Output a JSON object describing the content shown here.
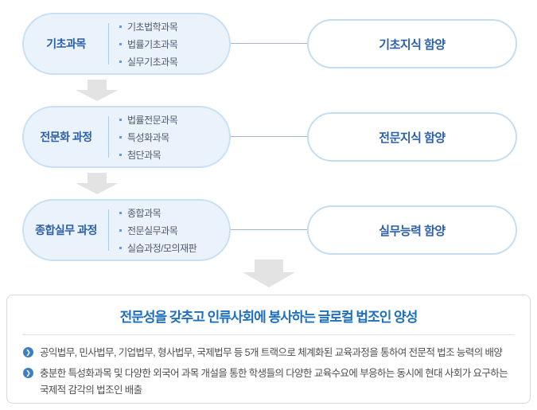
{
  "flow": {
    "rows": [
      {
        "stage": "기초과목",
        "courses": [
          "기초법학과목",
          "법률기초과목",
          "실무기초과목"
        ],
        "outcome": "기초지식 함양"
      },
      {
        "stage": "전문화 과정",
        "courses": [
          "법률전문과목",
          "특성화과목",
          "첨단과목"
        ],
        "outcome": "전문지식 함양"
      },
      {
        "stage": "종합실무 과정",
        "courses": [
          "종합과목",
          "전문실무과목",
          "실습과정/모의재판"
        ],
        "outcome": "실무능력 함양"
      }
    ]
  },
  "goal": {
    "title": "전문성을 갖추고 인류사회에 봉사하는 글로컬 법조인 양성",
    "points": [
      "공익법무, 민사법무, 기업법무, 형사법무, 국제법무 등 5개 트랙으로 체계화된 교육과정을 통하여 전문적 법조 능력의 배양",
      "충분한 특성화과목 및 다양한 외국어 과목 개설을 통한 학생들의 다양한 교육수요에 부응하는 동시에 현대 사회가 요구하는 국제적 감각의 법조인 배출"
    ],
    "point_bullet_glyph": "❯"
  },
  "colors": {
    "stage_pill_fill": "#eaf3fb",
    "stage_pill_border": "#c9dff2",
    "stage_label_text": "#2b5fa9",
    "course_text": "#4d5a6b",
    "outcome_pill_border": "#c5ddf1",
    "outcome_text": "#2b5fa9",
    "connector_line": "#a3b8d0",
    "arrow_gray": "#e3e3e3",
    "goal_box_border": "#d9d9d9",
    "goal_title_text": "#1e70bf",
    "goal_body_text": "#4f4f4f",
    "bullet_icon_blue": "#3d7fc1"
  }
}
